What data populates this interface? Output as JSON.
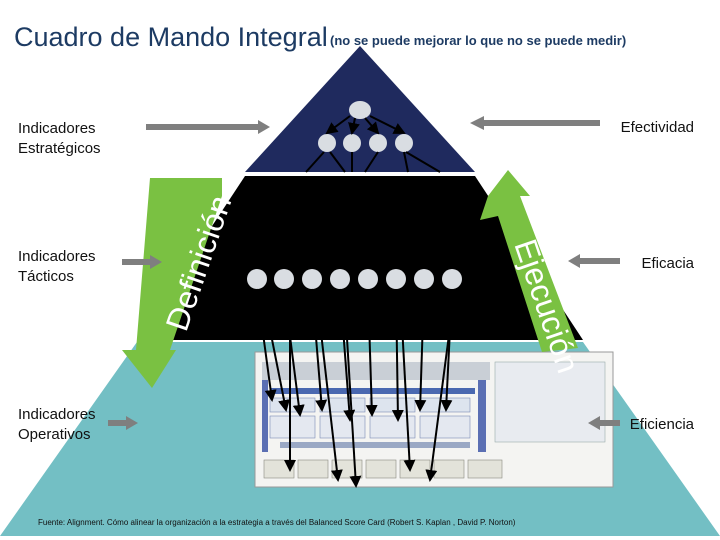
{
  "header": {
    "title": "Cuadro de Mando Integral",
    "subtitle": "(no se puede mejorar lo que no se puede medir)"
  },
  "left_labels": {
    "strategic": [
      "Indicadores",
      "Estratégicos"
    ],
    "tactical": [
      "Indicadores",
      "Tácticos"
    ],
    "operational": [
      "Indicadores",
      "Operativos"
    ]
  },
  "right_labels": {
    "top": "Efectividad",
    "middle": "Eficacia",
    "bottom": "Eficiencia"
  },
  "side_arrows": {
    "left": "Definición",
    "right": "Ejecución"
  },
  "pyramid_colors": {
    "top": "#1f2a5e",
    "middle": "#000000",
    "bottom": "#73bfc4",
    "circle": "#d9dde2",
    "arrow_green": "#7ac142"
  },
  "footnote": "Fuente: Alignment. Cómo alinear la organización a la estrategia a través del Balanced Score Card (Robert S. Kaplan , David P. Norton)"
}
